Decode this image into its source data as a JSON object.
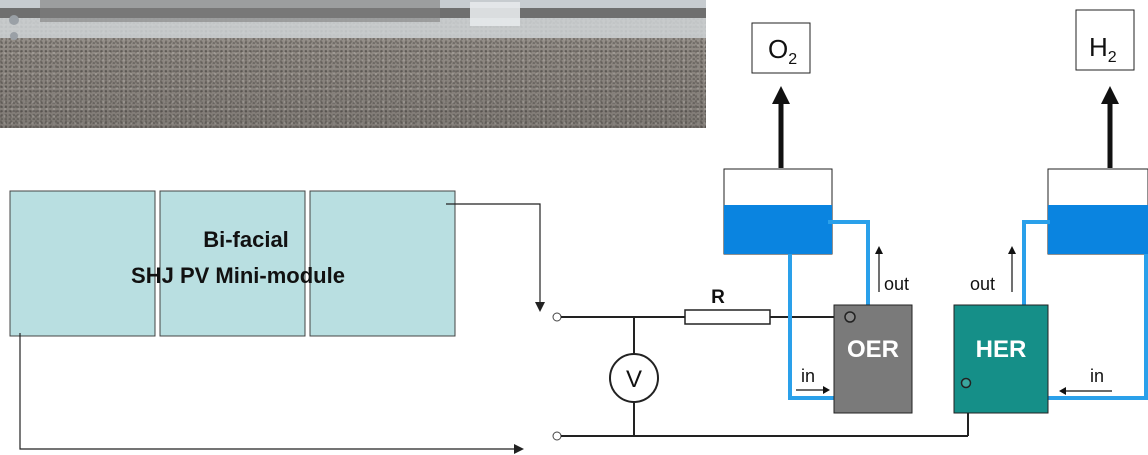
{
  "module": {
    "label_line1": "Bi-facial",
    "label_line2": "SHJ PV Mini-module"
  },
  "resistor_label": "R",
  "voltmeter_label": "V",
  "oer": {
    "label": "OER",
    "in_label": "in",
    "out_label": "out",
    "gas_base": "O",
    "gas_sub": "2"
  },
  "her": {
    "label": "HER",
    "in_label": "in",
    "out_label": "out",
    "gas_base": "H",
    "gas_sub": "2"
  },
  "colors": {
    "module_fill": "#b9dfe1",
    "tank_water": "#0a84e0",
    "tube": "#2aa0ea",
    "oer_fill": "#7a7a7a",
    "her_fill": "#158f88"
  }
}
